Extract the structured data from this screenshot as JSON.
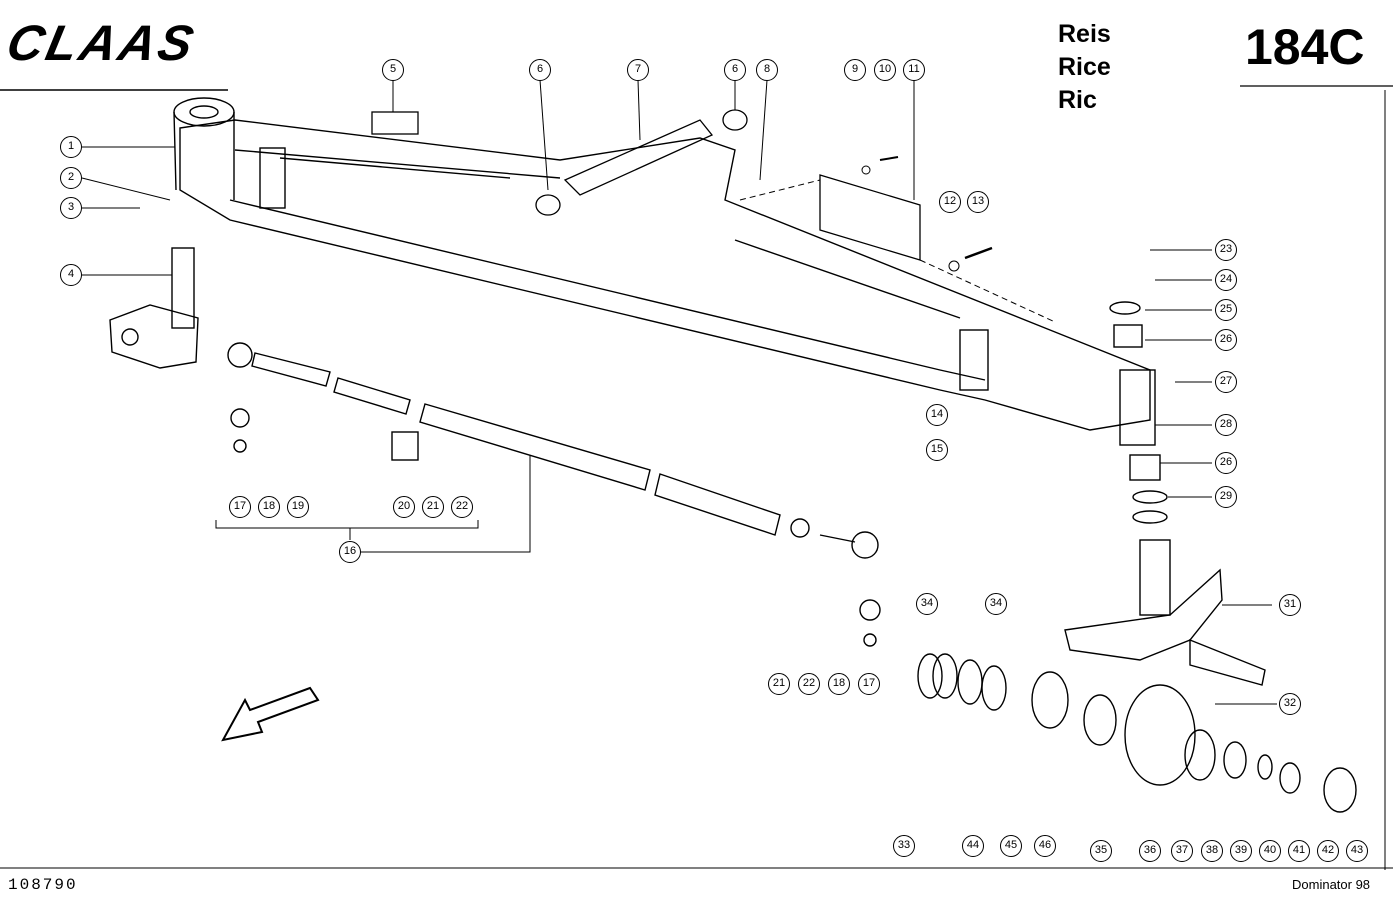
{
  "header": {
    "brand": "CLAAS",
    "languages": [
      "Reis",
      "Rice",
      "Ric"
    ],
    "page_code": "184C"
  },
  "footer": {
    "drawing_number": "108790",
    "model": "Dominator 98"
  },
  "callouts": [
    "1",
    "2",
    "3",
    "4",
    "5",
    "6",
    "7",
    "6",
    "8",
    "9",
    "10",
    "11",
    "12",
    "13",
    "14",
    "15",
    "16",
    "17",
    "18",
    "19",
    "20",
    "21",
    "22",
    "21",
    "22",
    "18",
    "17",
    "23",
    "24",
    "25",
    "26",
    "27",
    "28",
    "26",
    "29",
    "31",
    "32",
    "33",
    "34",
    "34",
    "35",
    "36",
    "37",
    "38",
    "39",
    "40",
    "41",
    "42",
    "43",
    "44",
    "45",
    "46"
  ],
  "direction_arrow": "front-direction-arrow"
}
